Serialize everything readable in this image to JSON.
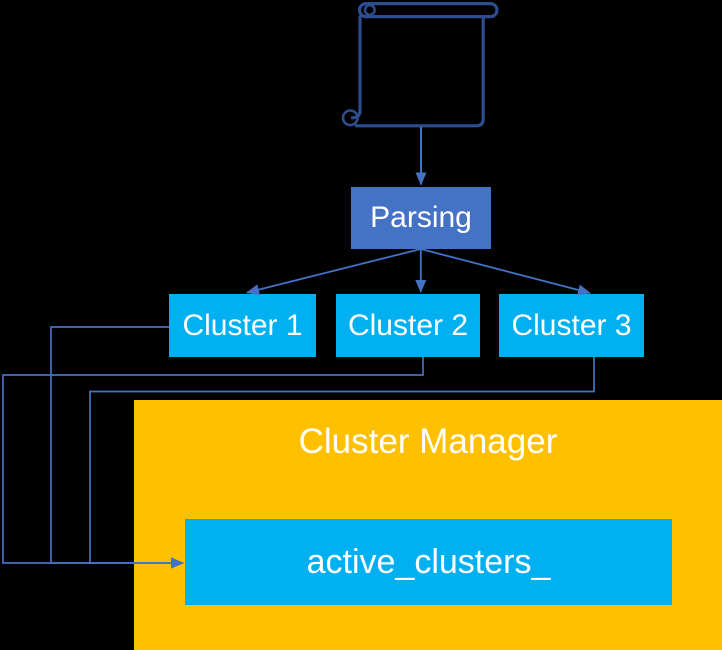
{
  "diagram": {
    "background_color": "#000000",
    "text_color": "#FFFFFF",
    "source": {
      "icon": "scroll-icon",
      "color": "#2E4D8E"
    },
    "parsing": {
      "label": "Parsing",
      "color": "#4472C4"
    },
    "clusters": [
      {
        "label": "Cluster 1",
        "color": "#00B0F0"
      },
      {
        "label": "Cluster 2",
        "color": "#00B0F0"
      },
      {
        "label": "Cluster 3",
        "color": "#00B0F0"
      }
    ],
    "manager": {
      "title": "Cluster Manager",
      "color": "#FFC000",
      "member": {
        "label": "active_clusters_",
        "color": "#00B0F0"
      }
    },
    "connector_color": "#4472C4"
  }
}
